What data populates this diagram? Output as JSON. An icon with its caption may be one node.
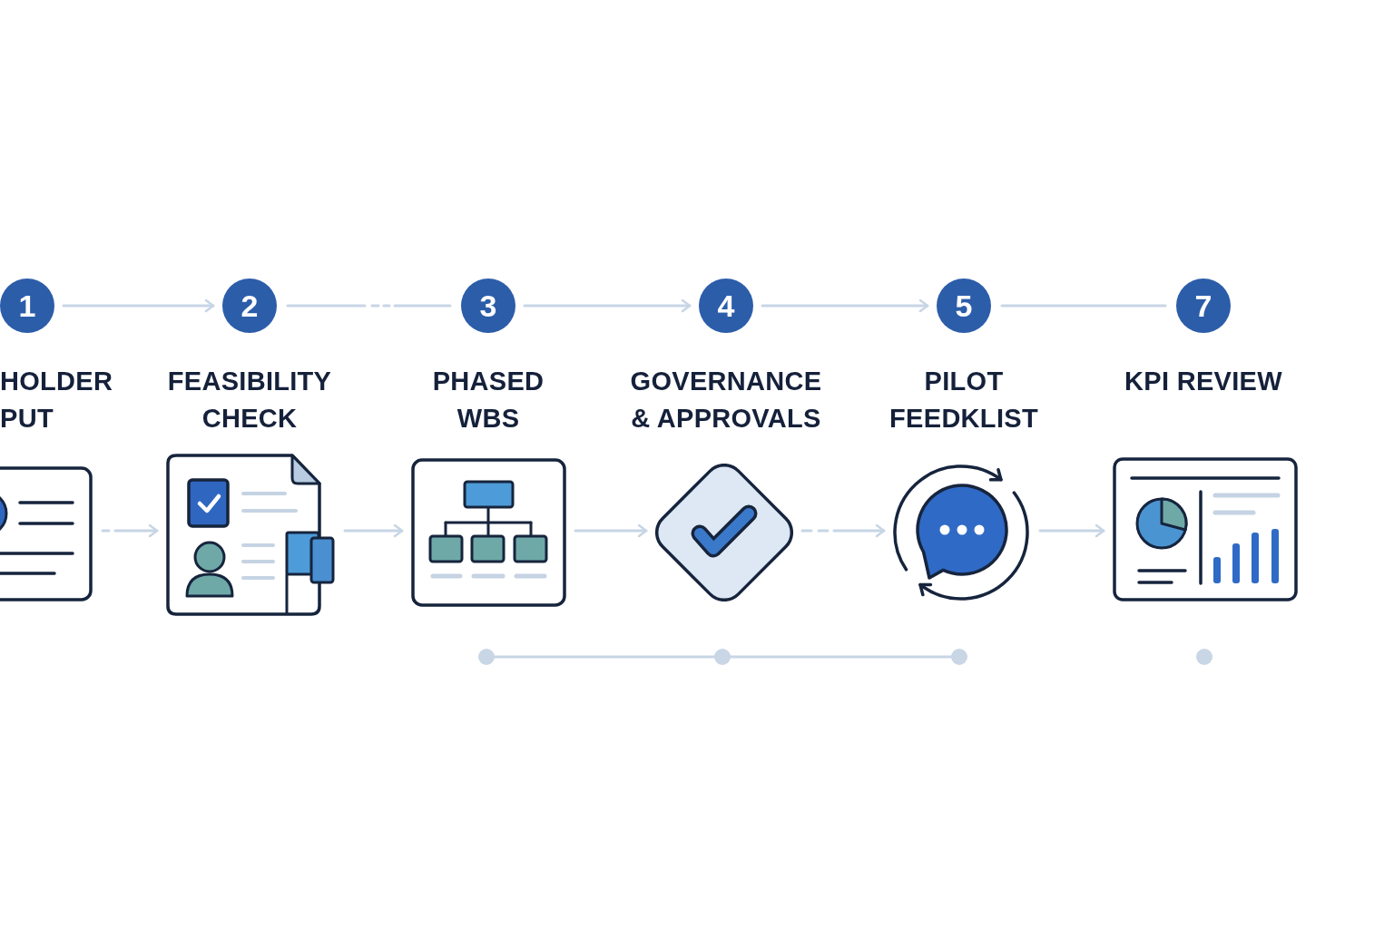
{
  "diagram": {
    "nodes": [
      {
        "text": [
          "1"
        ],
        "beside": [
          "HOLDER PUT"
        ]
      },
      {
        "text": [
          "2"
        ],
        "beside": [
          "FEASIBILITY CHECK"
        ]
      },
      {
        "text": [
          "3"
        ],
        "beside": [
          "PHASED WBS"
        ]
      },
      {
        "text": [
          "4"
        ],
        "beside": [
          "GOVERNANCE & APPROVALS"
        ]
      },
      {
        "text": [
          "5"
        ],
        "beside": [
          "PILOT FEEDKLIST"
        ]
      },
      {
        "text": [
          "7"
        ],
        "beside": [
          "KPI REVIEW"
        ]
      },
      {
        "text": [],
        "shape": "picture"
      },
      {
        "text": [],
        "shape": "picture"
      },
      {
        "text": [],
        "shape": "picture"
      },
      {
        "text": [],
        "shape": "picture"
      },
      {
        "text": [],
        "shape": "picture"
      },
      {
        "text": [],
        "shape": "picture"
      },
      {
        "text": [],
        "shape": "circle"
      },
      {
        "text": [],
        "shape": "circle"
      },
      {
        "text": [],
        "shape": "circle"
      },
      {
        "text": [],
        "shape": "circle"
      }
    ],
    "edges": [
      {
        "from": 0,
        "to": 1,
        "arrow": "to"
      },
      {
        "from": 1,
        "to": 2,
        "arrow": "none",
        "style": "dashed"
      },
      {
        "from": 2,
        "to": 3,
        "arrow": "to"
      },
      {
        "from": 3,
        "to": 4,
        "arrow": "to"
      },
      {
        "from": 4,
        "to": 5,
        "arrow": "none"
      },
      {
        "from": 6,
        "to": 7,
        "arrow": "to",
        "style": "dashed"
      },
      {
        "from": 7,
        "to": 8,
        "arrow": "to"
      },
      {
        "from": 8,
        "to": 9,
        "arrow": "to"
      },
      {
        "from": 9,
        "to": 10,
        "arrow": "to",
        "style": "dashed"
      },
      {
        "from": 10,
        "to": 11,
        "arrow": "to"
      },
      {
        "from": 12,
        "to": 13,
        "arrow": "none"
      },
      {
        "from": 13,
        "to": 14,
        "arrow": "none"
      }
    ]
  }
}
